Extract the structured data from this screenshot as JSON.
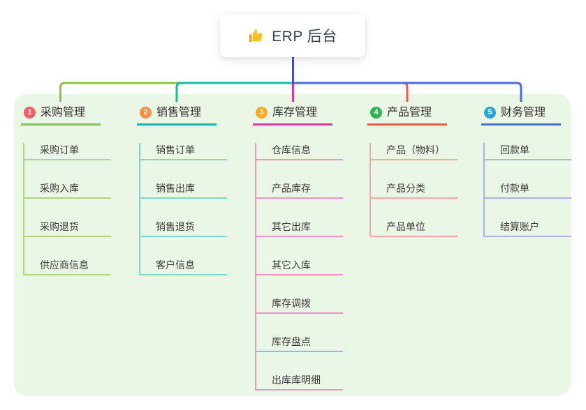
{
  "root": {
    "label": "ERP 后台",
    "icon": "thumbs-up",
    "icon_color": "#fbbf24",
    "icon_cuff_color": "#f59e0b"
  },
  "branches": [
    {
      "index": "1",
      "label": "采购管理",
      "badge_color": "#f35d6a",
      "line_color": "#8bc34a",
      "light_color": "#aed581",
      "children": [
        "采购订单",
        "采购入库",
        "采购退货",
        "供应商信息"
      ]
    },
    {
      "index": "2",
      "label": "销售管理",
      "badge_color": "#f98f42",
      "line_color": "#14b8a8",
      "light_color": "#7fd6cc",
      "children": [
        "销售订单",
        "销售出库",
        "销售退货",
        "客户信息"
      ]
    },
    {
      "index": "3",
      "label": "库存管理",
      "badge_color": "#fbab1c",
      "line_color": "#d6399b",
      "light_color": "#ee92c5",
      "children": [
        "仓库信息",
        "产品库存",
        "其它出库",
        "其它入库",
        "库存调拨",
        "库存盘点",
        "出库库明细"
      ]
    },
    {
      "index": "4",
      "label": "产品管理",
      "badge_color": "#2eb450",
      "line_color": "#f2564d",
      "light_color": "#f7a6a1",
      "children": [
        "产品（物料）",
        "产品分类",
        "产品单位"
      ]
    },
    {
      "index": "5",
      "label": "财务管理",
      "badge_color": "#2ca4dd",
      "line_color": "#4a6bd3",
      "light_color": "#a3b5e8",
      "children": [
        "回款单",
        "付款单",
        "结算账户"
      ]
    }
  ],
  "colors": {
    "root_line": "#4152c8",
    "panel_bg": "#ebf7e6",
    "page_bg": "#ffffff"
  }
}
